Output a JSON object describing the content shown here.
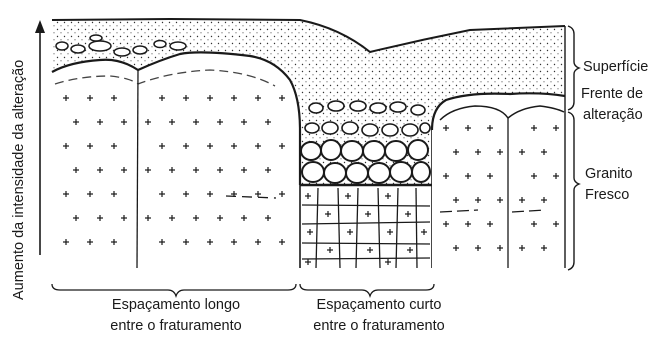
{
  "axis_label": "Aumento da intensidade da alteração",
  "zones": {
    "surface": "Superfície",
    "front_line1": "Frente de",
    "front_line2": "alteração",
    "granite_line1": "Granito",
    "granite_line2": "Fresco"
  },
  "bottom": {
    "long_line1": "Espaçamento longo",
    "long_line2": "entre o fraturamento",
    "short_line1": "Espaçamento curto",
    "short_line2": "entre o fraturamento"
  },
  "colors": {
    "ink": "#1a1a1a",
    "soil": "#f2f2f2",
    "rock": "#ffffff"
  }
}
